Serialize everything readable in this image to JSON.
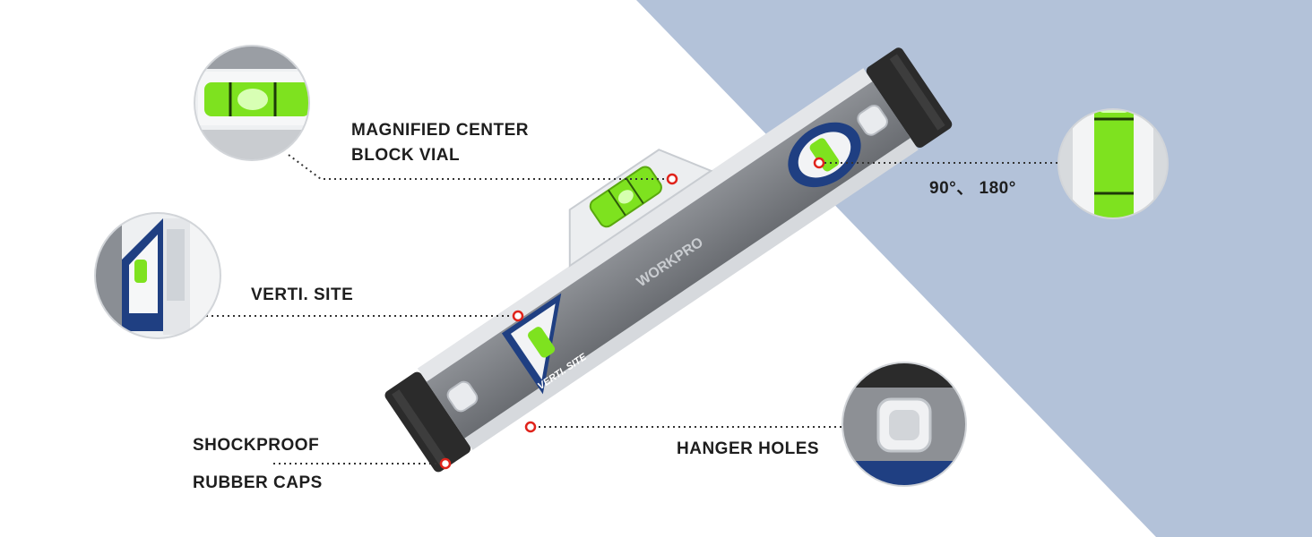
{
  "colors": {
    "background": "#ffffff",
    "accent_panel": "#b3c2d9",
    "level_body": "#7a7d82",
    "level_trim": "#e4e6e9",
    "rubber_cap": "#2b2b2b",
    "vial_green": "#7ee21f",
    "vial_window_blue": "#1f3f82",
    "marker_red": "#e0231b",
    "leader_line": "#333333"
  },
  "product": {
    "brand": "WORKPRO",
    "window_badge": "VERTI. SITE"
  },
  "callouts": {
    "center_vial": {
      "line1": "MAGNIFIED CENTER",
      "line2": "BLOCK VIAL"
    },
    "plumb_vial": {
      "text": "90°、 180°"
    },
    "verti_site": {
      "text": "VERTI. SITE"
    },
    "rubber_caps": {
      "line1": "SHOCKPROOF",
      "line2": "RUBBER CAPS"
    },
    "hanger_holes": {
      "text": "HANGER HOLES"
    }
  },
  "icons": {
    "center_vial_zoom": "magnified-vial-icon",
    "plumb_vial_zoom": "vertical-vial-icon",
    "verti_site_zoom": "verti-site-window-icon",
    "hanger_hole_zoom": "hanger-hole-icon"
  }
}
